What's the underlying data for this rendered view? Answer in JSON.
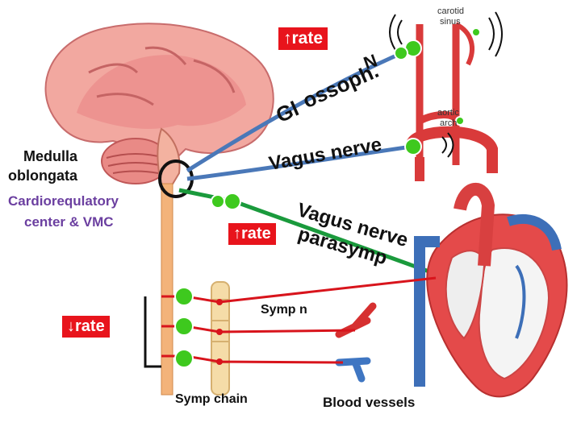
{
  "labels": {
    "medulla_line1": "Medulla",
    "medulla_line2": "oblongata",
    "center_line1": "Cardiorequlatory",
    "center_line2": "center & VMC",
    "glossoph_prefix": "Gl",
    "glossoph_mid": "ossoph.",
    "glossoph_suffix": "N",
    "vagus_afferent": "Vagus nerve",
    "vagus_efferent_line1": "Vagus nerve",
    "parasymp_line": "parasymp",
    "symp_n": "Symp n",
    "symp_chain": "Symp chain",
    "blood_vessels": "Blood vessels",
    "carotid_sinus_line1": "carotid",
    "carotid_sinus_line2": "sinus",
    "aortic_arch_line1": "aortic",
    "aortic_arch_line2": "arch"
  },
  "badges": {
    "rate_up_top": "↑rate",
    "rate_up_mid": "↑rate",
    "rate_down": "↓rate"
  },
  "colors": {
    "badge_red": "#e8141c",
    "purple_text": "#6b3fa0",
    "nerve_blue": "#4a78b8",
    "nerve_green": "#1a9a3c",
    "symp_red": "#d8141c",
    "receptor_green": "#3ec91e"
  }
}
